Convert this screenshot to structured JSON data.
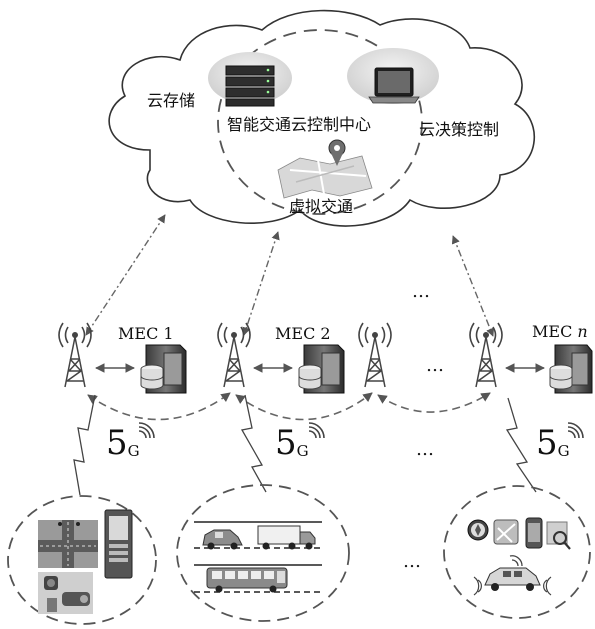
{
  "cloud": {
    "storage_label": "云存储",
    "center_label": "智能交通云控制中心",
    "decision_label": "云决策控制",
    "virtual_label": "虚拟交通"
  },
  "edge": {
    "mec1_label": "MEC 1",
    "mec2_label": "MEC 2",
    "mecn_prefix": "MEC ",
    "mecn_suffix": "n"
  },
  "network": {
    "five": "5",
    "g": "G"
  },
  "ellipsis": "…"
}
